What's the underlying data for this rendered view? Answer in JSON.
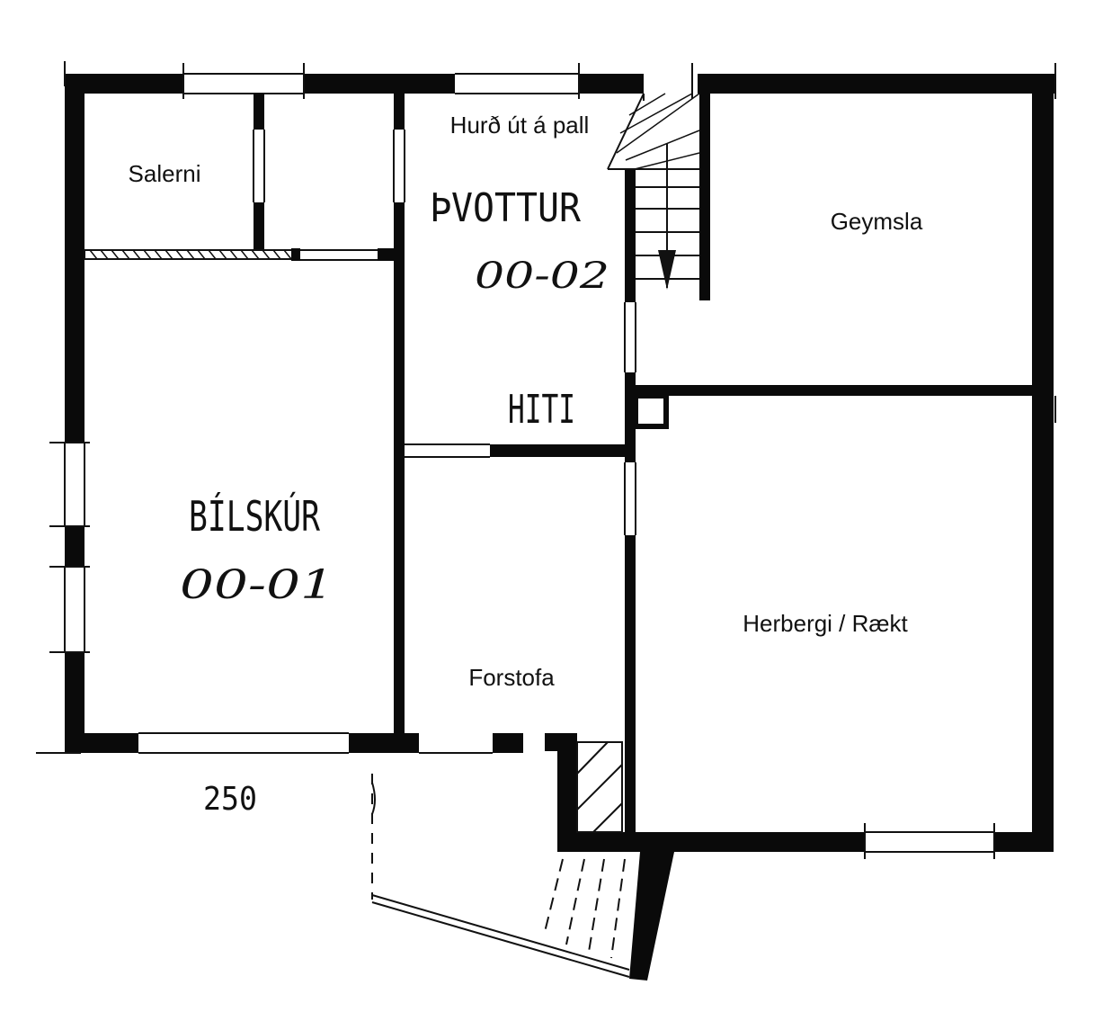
{
  "rooms": {
    "salerni": "Salerni",
    "door_out": "Hurð út á pall",
    "thvottur_name": "ÞVOTTUR",
    "thvottur_code": "00-02",
    "geymsla": "Geymsla",
    "hiti": "HITI",
    "bilskur_name": "BÍLSKÚR",
    "bilskur_code": "00-01",
    "forstofa": "Forstofa",
    "herbergi": "Herbergi / Rækt"
  },
  "dimensions": {
    "width_label": "250"
  }
}
